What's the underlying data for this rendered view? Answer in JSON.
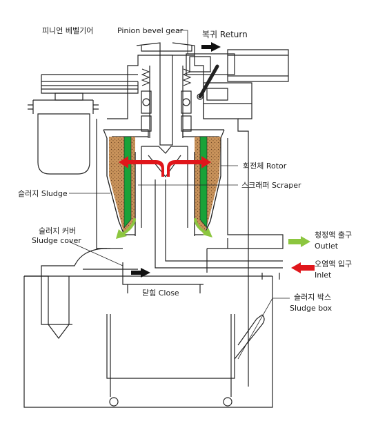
{
  "labels": {
    "pinion_ko": "피니언 베벨기어",
    "pinion_en": "Pinion bevel gear",
    "return": "복귀 Return",
    "rotor": "회전체 Rotor",
    "sludge": "슬러지 Sludge",
    "scraper": "스크래퍼 Scraper",
    "sludge_cover_ko": "슬러지 커버",
    "sludge_cover_en": "Sludge cover",
    "outlet_ko": "청정액 출구",
    "outlet_en": "Outlet",
    "inlet_ko": "오염액 입구",
    "inlet_en": "Inlet",
    "close": "닫힘 Close",
    "sludge_box_ko": "슬러지 박스",
    "sludge_box_en": "Sludge box"
  },
  "colors": {
    "line": "#222222",
    "green": "#19a238",
    "red": "#e0161b",
    "sludge": "#c9935b",
    "arrow_green": "#8cc63f"
  }
}
